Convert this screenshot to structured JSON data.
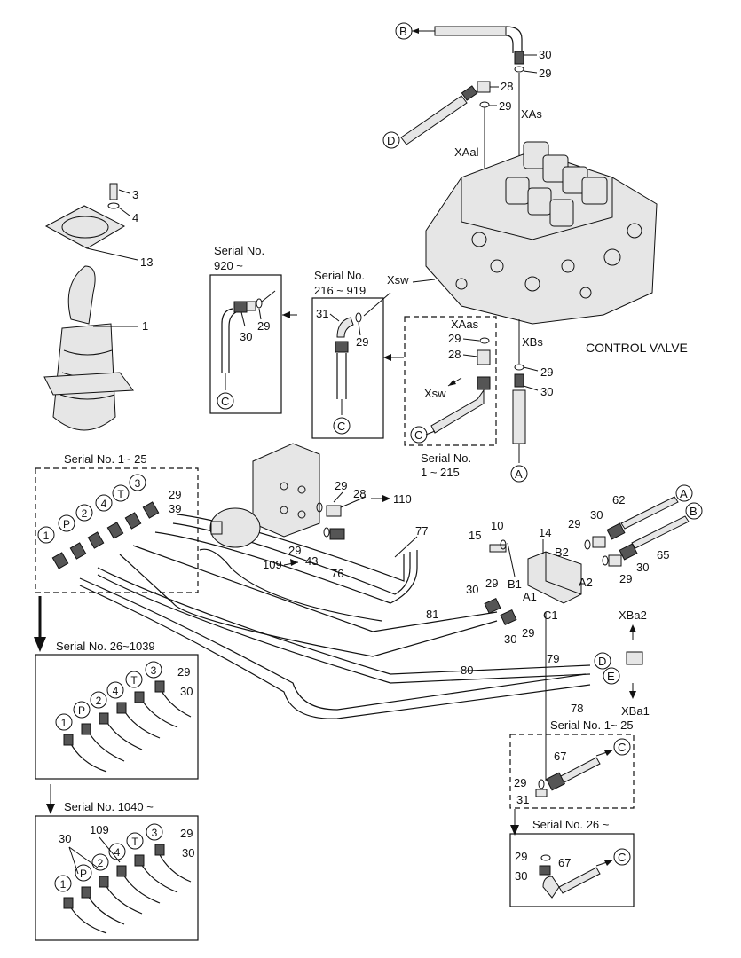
{
  "labels": {
    "control_valve": "CONTROL VALVE",
    "ports": {
      "XAs": "XAs",
      "XAal": "XAal",
      "Xsw": "Xsw",
      "XAas": "XAas",
      "Xsw2": "Xsw",
      "XBs": "XBs",
      "XBa2": "XBa2",
      "XBa1": "XBa1",
      "A1": "A1",
      "A2": "A2",
      "B1": "B1",
      "B2": "B2",
      "C1": "C1"
    },
    "serial": {
      "s920": [
        "Serial No.",
        "920 ~"
      ],
      "s216": [
        "Serial No.",
        "216 ~ 919"
      ],
      "s1_215": [
        "Serial No.",
        "1 ~ 215"
      ],
      "s1_25_left": "Serial No. 1~ 25",
      "s26_1039": "Serial No. 26~1039",
      "s1040": "Serial No. 1040 ~",
      "s1_25_right": "Serial No. 1~ 25",
      "s26_right": "Serial No. 26 ~"
    },
    "parts": {
      "p1": "1",
      "p3": "3",
      "p4": "4",
      "p13": "13",
      "p10": "10",
      "p14": "14",
      "p15": "15",
      "p28": "28",
      "p29": "29",
      "p30": "30",
      "p31": "31",
      "p39": "39",
      "p43": "43",
      "p62": "62",
      "p65": "65",
      "p67": "67",
      "p76": "76",
      "p77": "77",
      "p78": "78",
      "p79": "79",
      "p80": "80",
      "p81": "81",
      "p109": "109",
      "p110": "110"
    },
    "circles": {
      "A": "A",
      "B": "B",
      "C": "C",
      "D": "D",
      "E": "E",
      "one": "1",
      "P": "P",
      "two": "2",
      "four": "4",
      "T": "T",
      "three": "3"
    }
  }
}
